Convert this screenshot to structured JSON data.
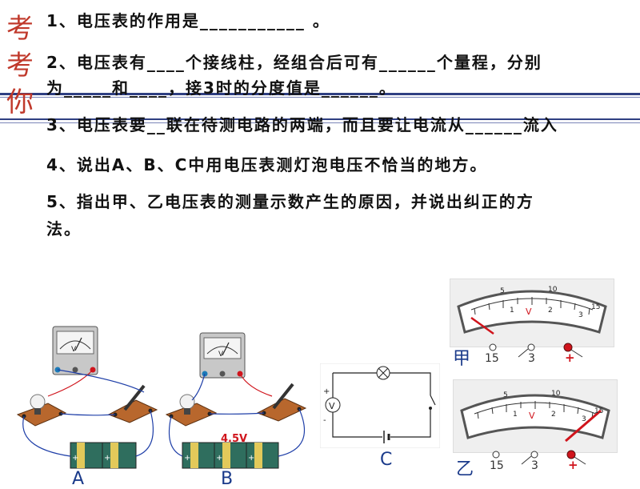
{
  "side_title": [
    "考",
    "考",
    "你"
  ],
  "questions": [
    "1、电压表的作用是___________ 。",
    "2、电压表有____个接线柱，经组合后可有______个量程，分别",
    "为_____和____，接3时的分度值是______。",
    "3、电压表要__联在待测电路的两端，而且要让电流从______流入",
    "4、说出A、B、C中用电压表测灯泡电压不恰当的地方。",
    "5、指出甲、乙电压表的测量示数产生的原因，并说出纠正的方",
    "法。"
  ],
  "circuit_labels": {
    "a": "A",
    "b": "B",
    "c": "C",
    "voltage": "4.5V"
  },
  "meter_labels": {
    "jia": "甲",
    "yi": "乙"
  },
  "meter_scale": {
    "top": [
      "5",
      "10",
      "15"
    ],
    "bottom": [
      "1",
      "2",
      "3"
    ],
    "unit": "V"
  },
  "terminals": [
    "15",
    "3",
    "+"
  ],
  "colors": {
    "title_red": "#c0392b",
    "stripe_blue": "#3a4a8a",
    "label_blue": "#1a3a8a"
  }
}
